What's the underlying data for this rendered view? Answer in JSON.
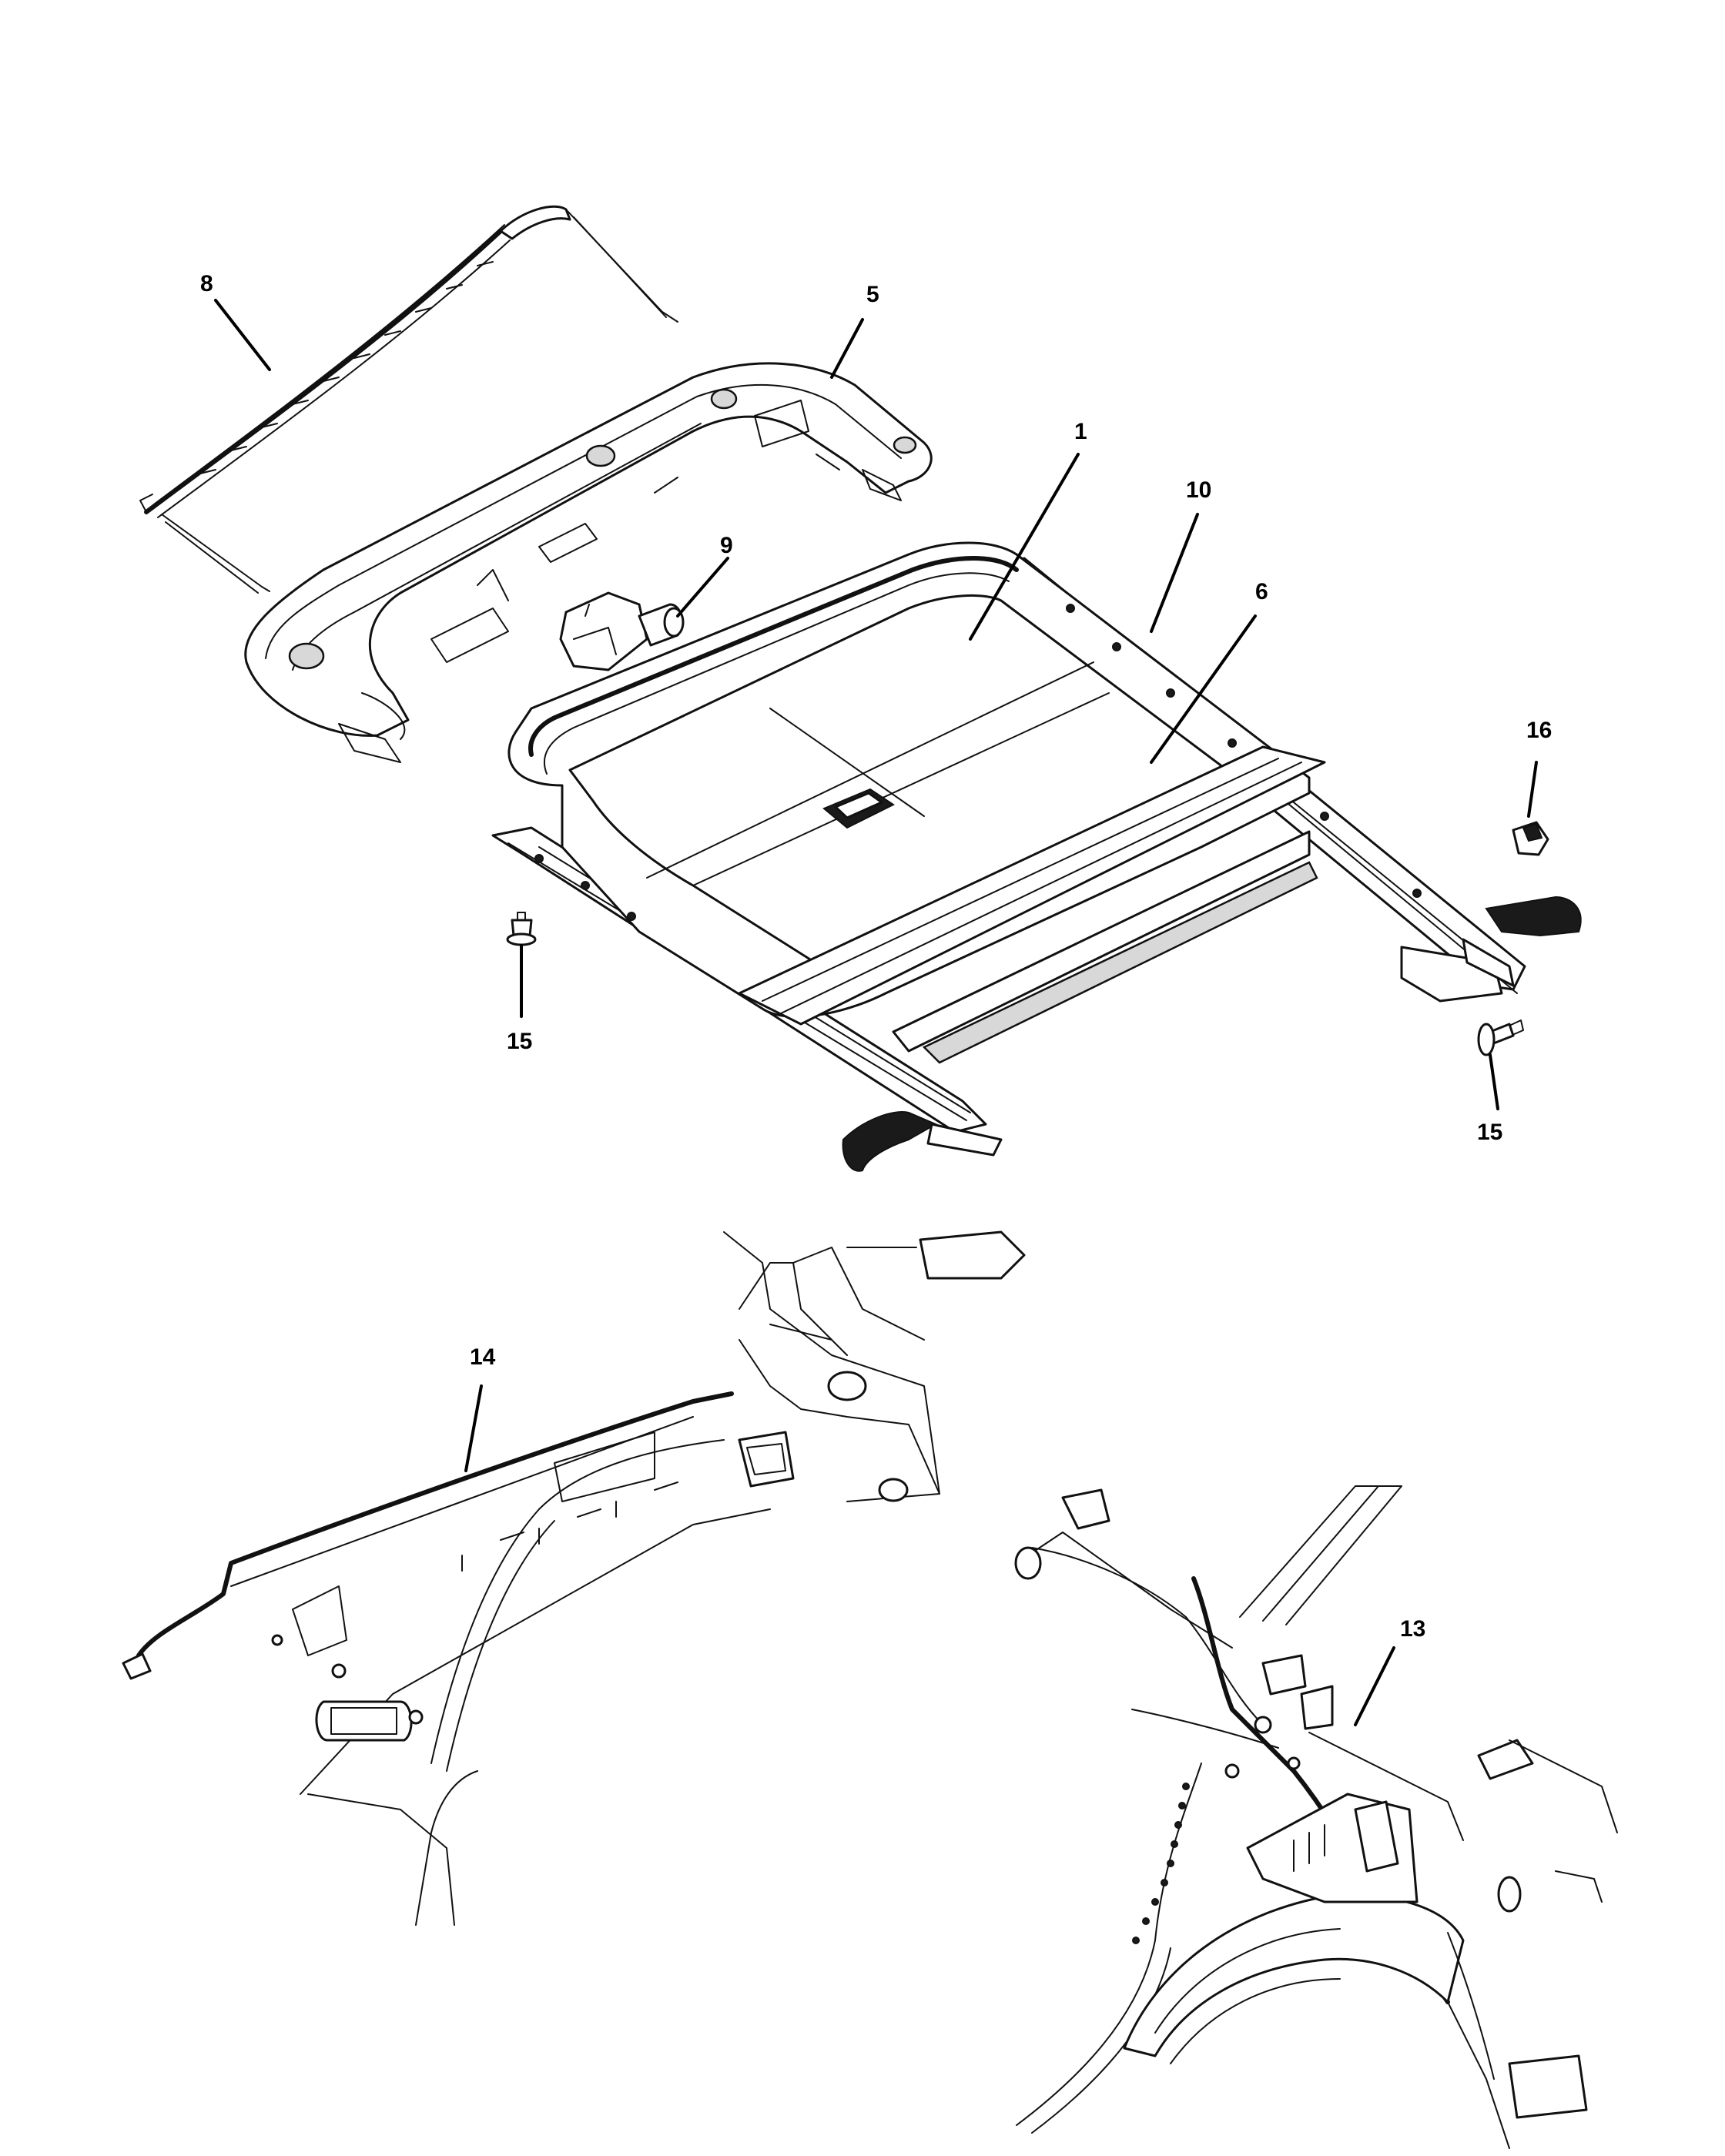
{
  "callouts": {
    "c1": "1",
    "c5": "5",
    "c6": "6",
    "c8": "8",
    "c9": "9",
    "c10": "10",
    "c13": "13",
    "c14": "14",
    "c15a": "15",
    "c15b": "15",
    "c16": "16"
  },
  "colors": {
    "line": "#111111",
    "background": "#ffffff"
  }
}
